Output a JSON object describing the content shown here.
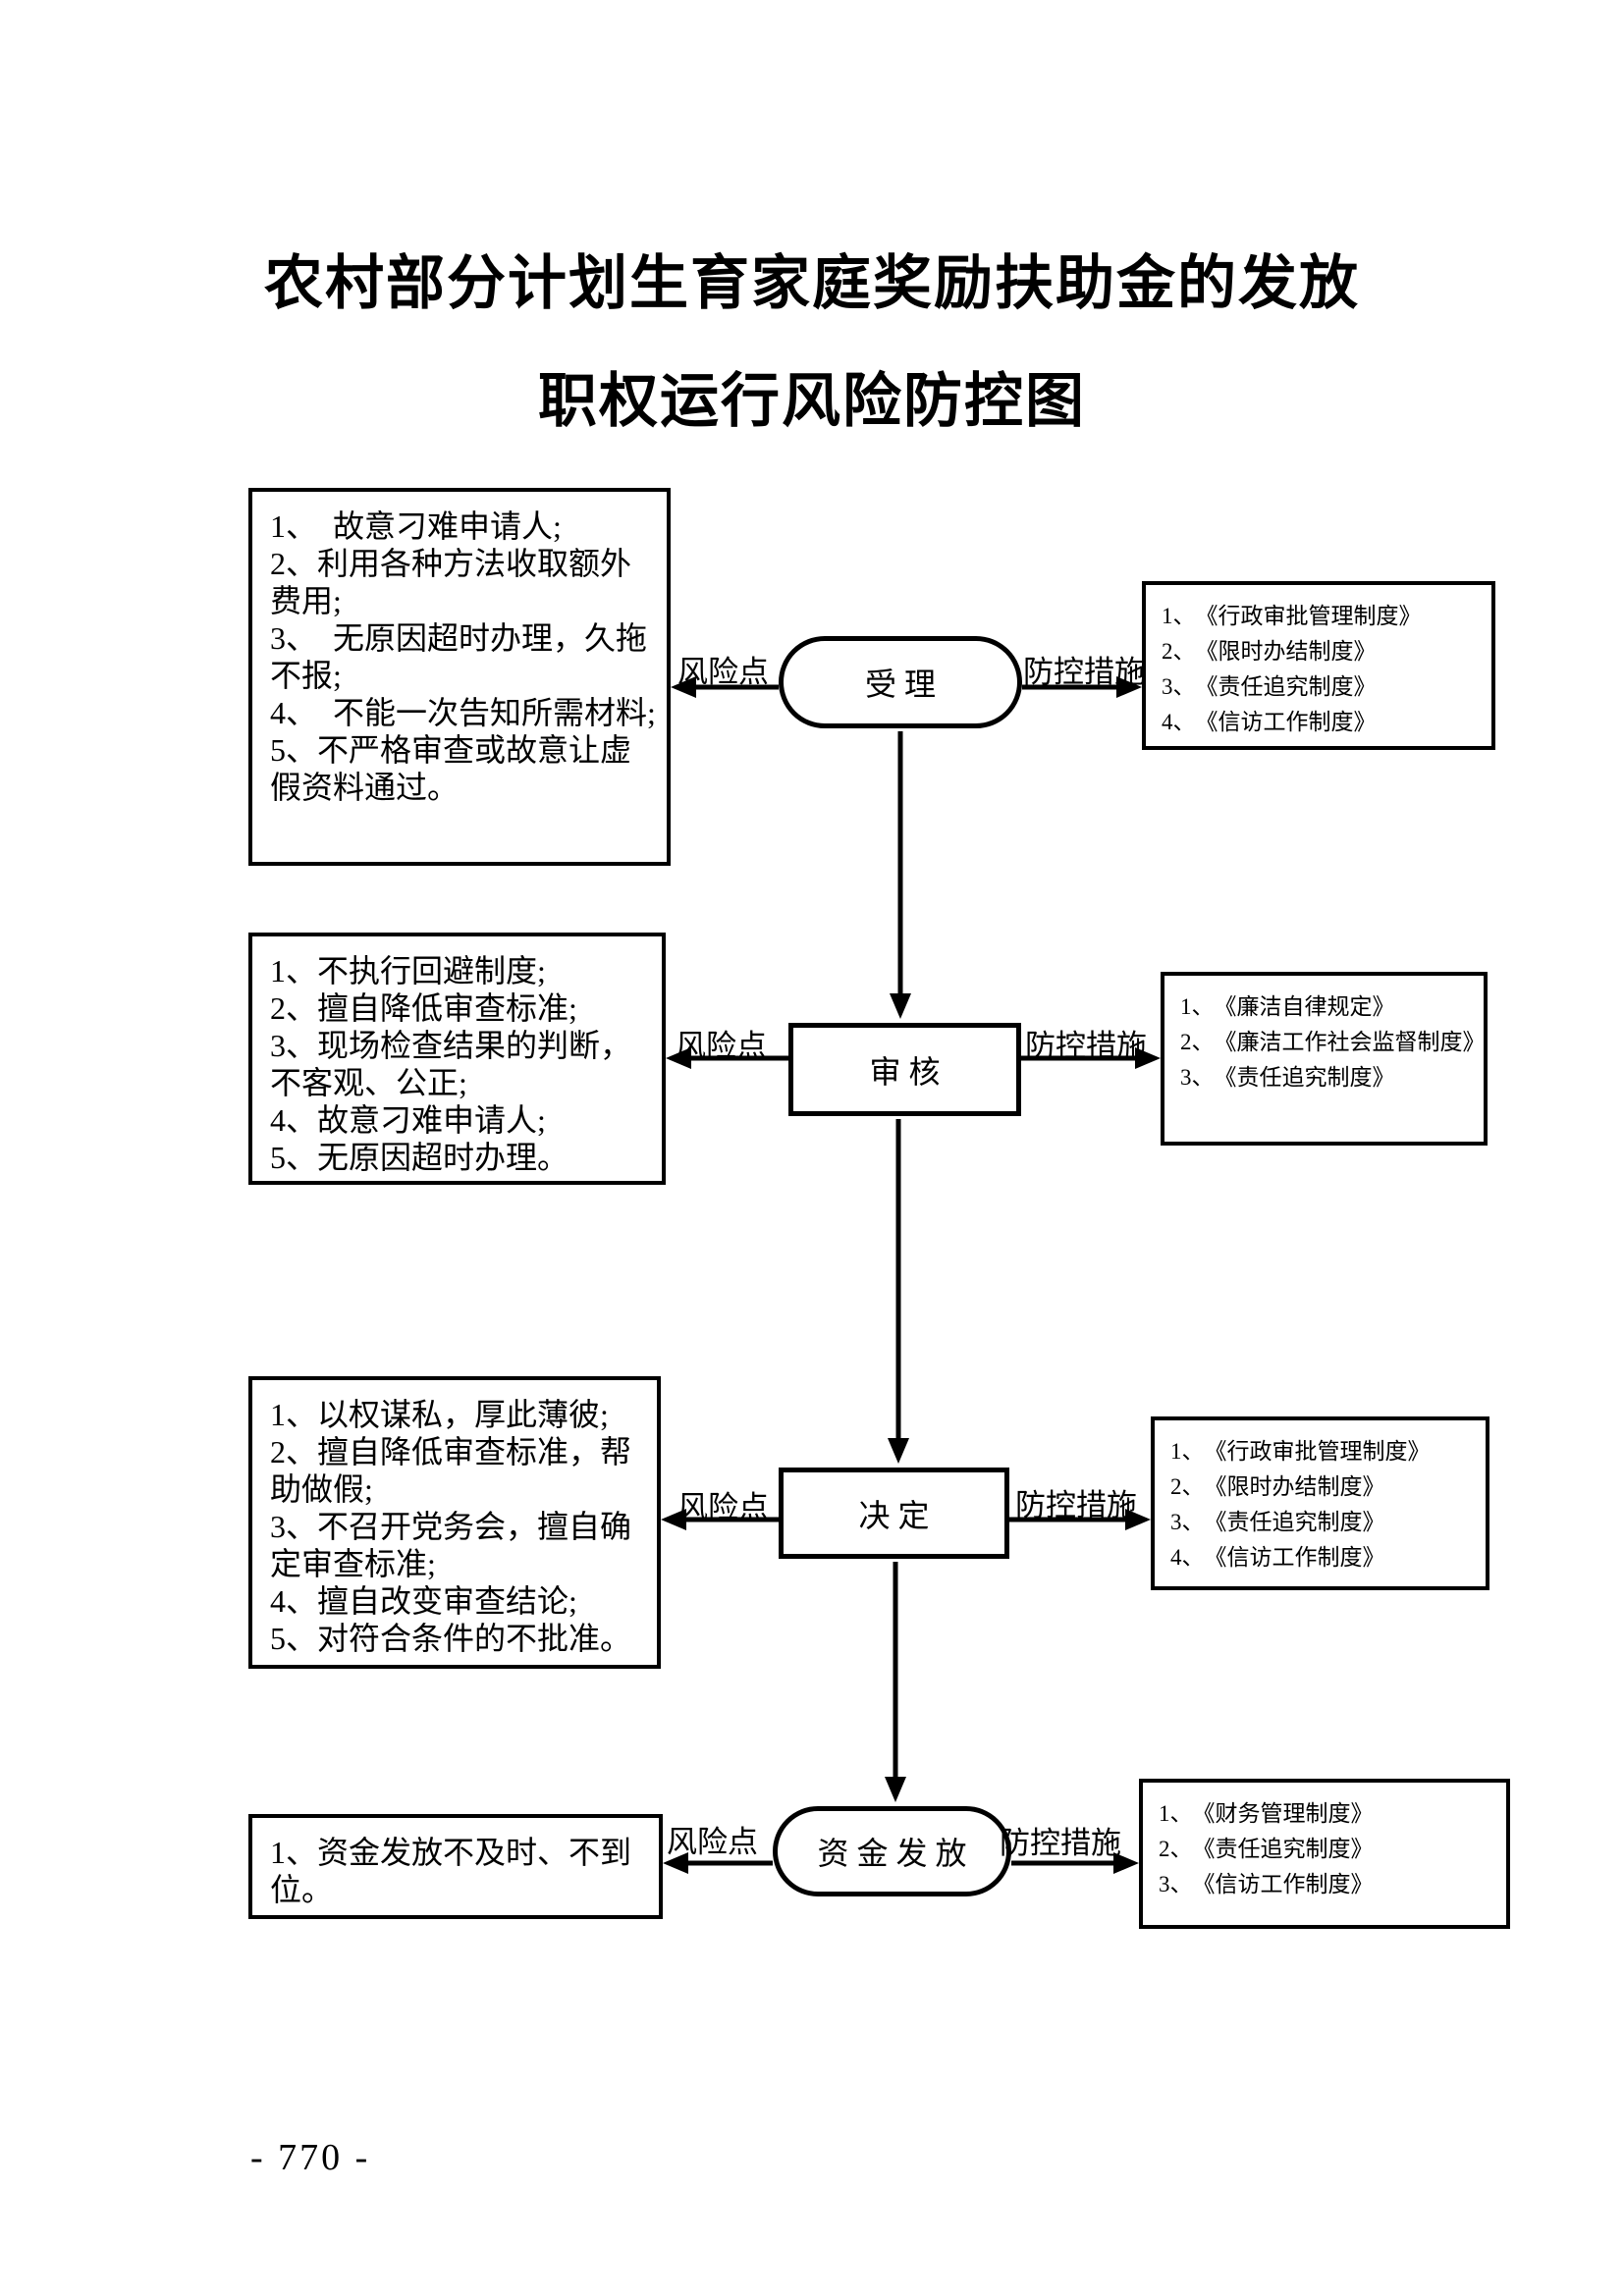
{
  "title": {
    "line1": "农村部分计划生育家庭奖励扶助金的发放",
    "line2": "职权运行风险防控图"
  },
  "arrow_labels": {
    "risk": "风险点",
    "measure": "防控措施"
  },
  "stages": [
    {
      "node": "受理",
      "risks": [
        "1、　故意刁难申请人;",
        "2、利用各种方法收取额外费用;",
        "3、　无原因超时办理，久拖不报;",
        "4、　不能一次告知所需材料;",
        "5、不严格审查或故意让虚假资料通过。"
      ],
      "measures": [
        "1、　《行政审批管理制度》",
        "2、　《限时办结制度》",
        "3、　《责任追究制度》",
        "4、　《信访工作制度》"
      ]
    },
    {
      "node": "审核",
      "risks": [
        "1、不执行回避制度;",
        "2、擅自降低审查标准;",
        "3、现场检查结果的判断，不客观、公正;",
        "4、故意刁难申请人;",
        "5、无原因超时办理。"
      ],
      "measures": [
        "1、　《廉洁自律规定》",
        "2、　《廉洁工作社会监督制度》",
        "3、　《责任追究制度》"
      ]
    },
    {
      "node": "决定",
      "risks": [
        "1、以权谋私，厚此薄彼;",
        "2、擅自降低审查标准，帮助做假;",
        "3、不召开党务会，擅自确定审查标准;",
        "4、擅自改变审查结论;",
        "5、对符合条件的不批准。"
      ],
      "measures": [
        "1、　《行政审批管理制度》",
        "2、　《限时办结制度》",
        "3、　《责任追究制度》",
        "4、　《信访工作制度》"
      ]
    },
    {
      "node": "资金发放",
      "risks": [
        "1、资金发放不及时、不到位。"
      ],
      "measures": [
        "1、　《财务管理制度》",
        "2、　《责任追究制度》",
        "3、　《信访工作制度》"
      ]
    }
  ],
  "page_number": "- 770 -",
  "colors": {
    "ink": "#000000",
    "paper": "#ffffff"
  }
}
